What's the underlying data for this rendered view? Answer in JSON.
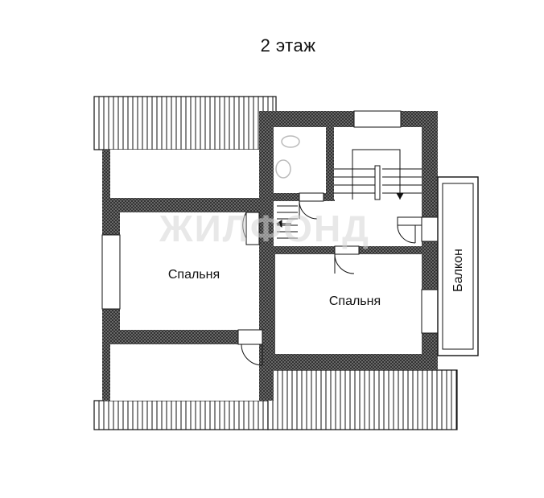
{
  "floor_title": "2 этаж",
  "rooms": {
    "bedroom_left": "Спальня",
    "bedroom_right": "Спальня",
    "balcony": "Балкон"
  },
  "watermark": "ЖИЛФОНД",
  "colors": {
    "wall": "#1a1a1a",
    "wall_fill": "#3a3a3a",
    "line": "#111111",
    "background": "#ffffff"
  }
}
